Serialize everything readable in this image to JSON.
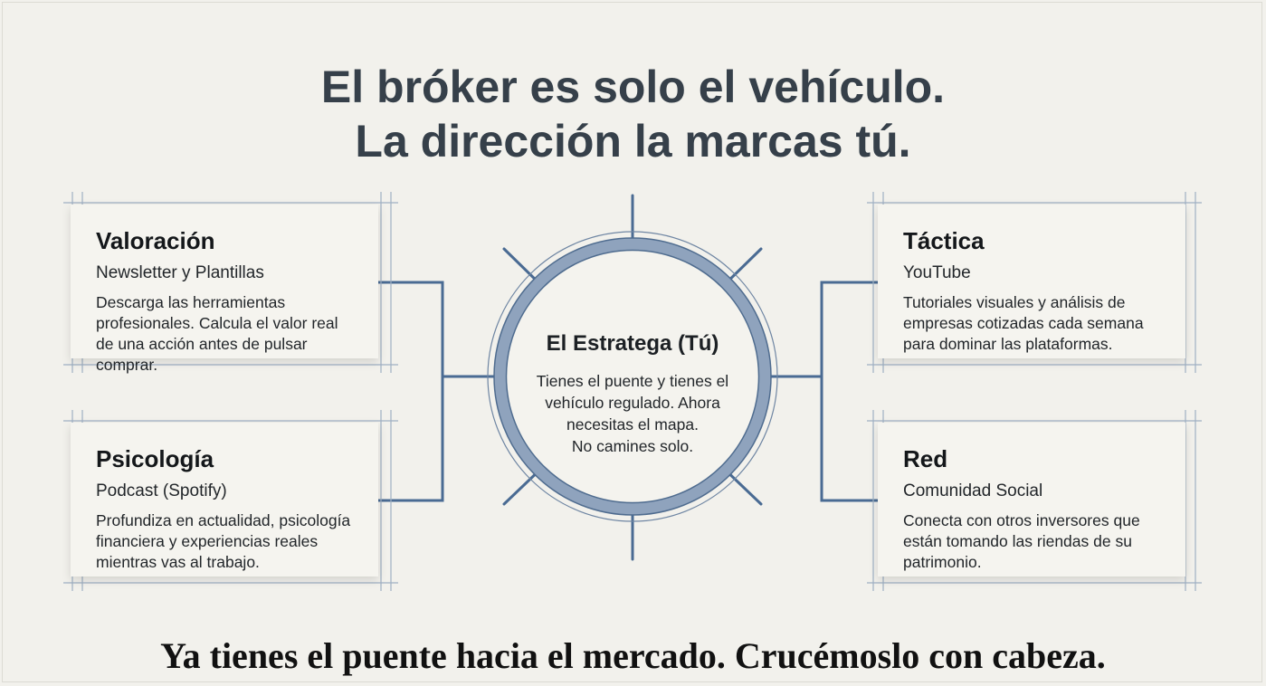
{
  "title": {
    "line1": "El bróker es solo el vehículo.",
    "line2": "La dirección la marcas tú."
  },
  "hub": {
    "title": "El Estratega (Tú)",
    "lines": [
      "Tienes el puente y tienes el",
      "vehículo regulado. Ahora",
      "necesitas el mapa.",
      "No camines solo."
    ]
  },
  "cards": {
    "valoracion": {
      "heading": "Valoración",
      "channel": "Newsletter y Plantillas",
      "description": "Descarga las herramientas profesionales. Calcula el valor real de una acción antes de pulsar comprar."
    },
    "psicologia": {
      "heading": "Psicología",
      "channel": "Podcast (Spotify)",
      "description": "Profundiza en actualidad, psicología financiera y experiencias reales mientras vas al trabajo."
    },
    "tactica": {
      "heading": "Táctica",
      "channel": "YouTube",
      "description": "Tutoriales visuales y análisis de empresas cotizadas cada semana para dominar las plataformas."
    },
    "red": {
      "heading": "Red",
      "channel": "Comunidad Social",
      "description": "Conecta con otros inversores que están tomando las riendas de su patrimonio."
    }
  },
  "tagline": "Ya tienes el puente hacia el mercado. Crucémoslo con cabeza.",
  "colors": {
    "background": "#f2f1ec",
    "connector": "#4a6b93",
    "ring": "#8fa3bd",
    "guide": "#9fb0c3",
    "title": "#36404a"
  }
}
